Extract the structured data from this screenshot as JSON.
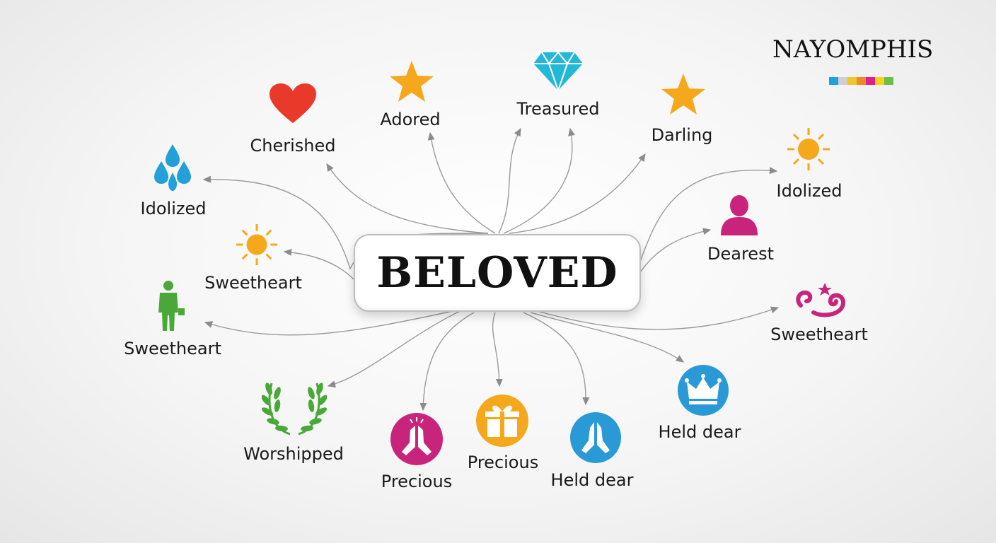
{
  "brand": {
    "name": "NAYOMPHIS",
    "bar_colors": [
      "#1aa3e0",
      "#cfcfcf",
      "#f4c430",
      "#f08a24",
      "#e0218a",
      "#f6d21a",
      "#6cc04a"
    ]
  },
  "center": {
    "label": "BELOVED"
  },
  "nodes": {
    "cherished": "Cherished",
    "adored": "Adored",
    "treasured": "Treasured",
    "darling": "Darling",
    "idolized_right": "Idolized",
    "dearest": "Dearest",
    "sweetheart_right": "Sweetheart",
    "held_dear_crown": "Held dear",
    "held_dear_hands": "Held dear",
    "precious_gift": "Precious",
    "precious_hands": "Precious",
    "worshipped": "Worshipped",
    "sweetheart_person": "Sweetheart",
    "sweetheart_sun": "Sweetheart",
    "idolized_left": "Idolized"
  },
  "icons": {
    "cherished": "heart-icon",
    "adored": "star-icon",
    "treasured": "diamond-icon",
    "darling": "star-icon",
    "idolized_right": "sun-icon",
    "dearest": "person-icon",
    "sweetheart_right": "swirl-icon",
    "held_dear_crown": "crown-icon",
    "held_dear_hands": "praying-hands-icon",
    "precious_gift": "gift-icon",
    "precious_hands": "praying-hands-icon",
    "worshipped": "laurel-wreath-icon",
    "sweetheart_person": "person-icon",
    "sweetheart_sun": "sun-icon",
    "idolized_left": "water-drops-icon"
  },
  "colors": {
    "red": "#e8392b",
    "gold": "#f5a81c",
    "cyan": "#23b8d8",
    "magenta": "#c8247c",
    "blue": "#2a9ad6",
    "green": "#4aa83a",
    "arrow": "#8c8c8c"
  }
}
